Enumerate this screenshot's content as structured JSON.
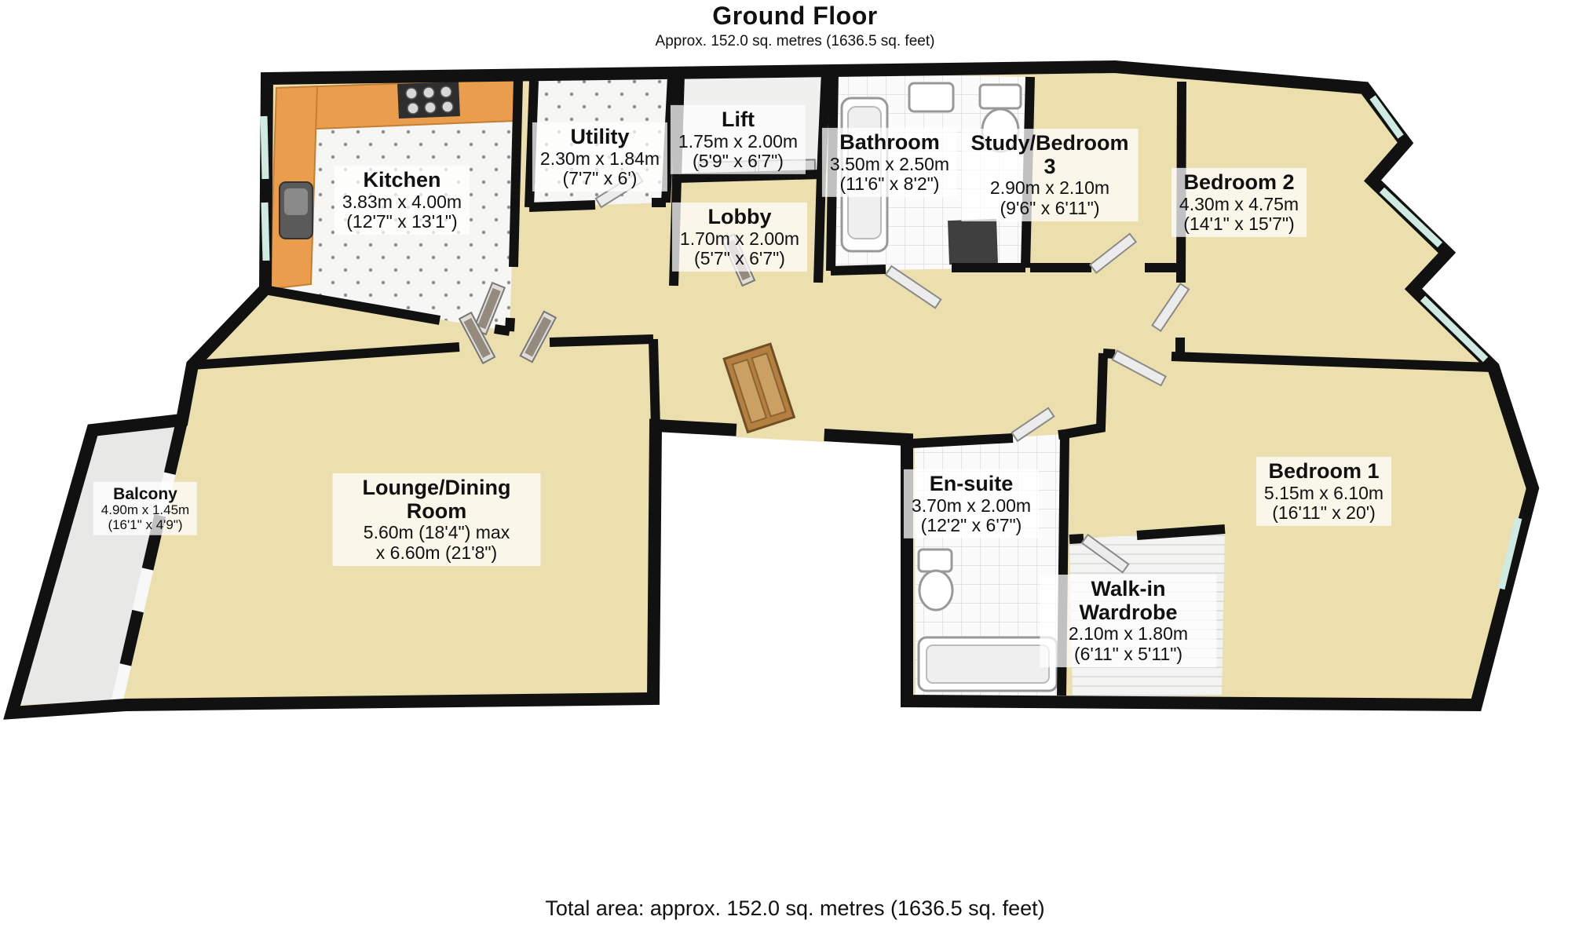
{
  "title": "Ground Floor",
  "subtitle": "Approx. 152.0 sq. metres (1636.5 sq. feet)",
  "total_area": "Total area: approx. 152.0 sq. metres (1636.5 sq. feet)",
  "rooms": [
    {
      "id": "kitchen",
      "name": "Kitchen",
      "metric": "3.83m x 4.00m",
      "imperial": "(12'7\" x 13'1\")"
    },
    {
      "id": "utility",
      "name": "Utility",
      "metric": "2.30m x 1.84m",
      "imperial": "(7'7\" x 6')"
    },
    {
      "id": "lift",
      "name": "Lift",
      "metric": "1.75m x 2.00m",
      "imperial": "(5'9\" x 6'7\")"
    },
    {
      "id": "lobby",
      "name": "Lobby",
      "metric": "1.70m x 2.00m",
      "imperial": "(5'7\" x 6'7\")"
    },
    {
      "id": "bathroom",
      "name": "Bathroom",
      "metric": "3.50m x 2.50m",
      "imperial": "(11'6\" x 8'2\")"
    },
    {
      "id": "study",
      "name": "Study/Bedroom 3",
      "metric": "2.90m x 2.10m",
      "imperial": "(9'6\" x 6'11\")"
    },
    {
      "id": "bedroom2",
      "name": "Bedroom 2",
      "metric": "4.30m x 4.75m",
      "imperial": "(14'1\" x 15'7\")"
    },
    {
      "id": "lounge",
      "name": "Lounge/Dining Room",
      "metric": "5.60m (18'4\") max",
      "imperial": "x 6.60m (21'8\")"
    },
    {
      "id": "balcony",
      "name": "Balcony",
      "metric": "4.90m x 1.45m",
      "imperial": "(16'1\" x 4'9\")"
    },
    {
      "id": "ensuite",
      "name": "En-suite",
      "metric": "3.70m x 2.00m",
      "imperial": "(12'2\" x 6'7\")"
    },
    {
      "id": "walkin",
      "name": "Walk-in Wardrobe",
      "metric": "2.10m x 1.80m",
      "imperial": "(6'11\" x 5'11\")"
    },
    {
      "id": "bedroom1",
      "name": "Bedroom 1",
      "metric": "5.15m x 6.10m",
      "imperial": "(16'11\" x 20')"
    }
  ],
  "colors": {
    "carpet_beige": "#ebdfad",
    "tile_white": "#f6f6f4",
    "counter_orange": "#eb9d4e",
    "wall_black": "#111111",
    "window_glass": "#cfe9e3",
    "front_door_wood": "#b5803f"
  }
}
